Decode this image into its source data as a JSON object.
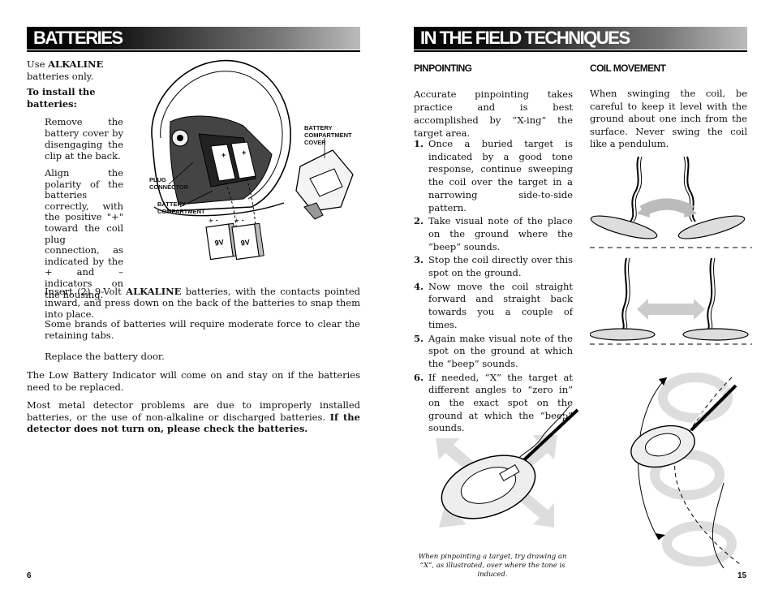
{
  "left": {
    "title": "BATTERIES",
    "intro_pre": "Use ",
    "intro_bold": "ALKALINE",
    "intro_post": "batteries only.",
    "install_heading": "To install the batteries:",
    "p_remove": "Remove the battery cover by disengaging the clip at the back.",
    "p_align": "Align the polarity of the batteries correctly, with the positive \"+\" toward the coil plug connection, as indicated by the + and – indicators on the housing.",
    "p_insert_pre": "Insert (2) 9-Volt ",
    "p_insert_bold": "ALKALINE",
    "p_insert_post": " batteries, with the contacts pointed inward, and press down on the back of the batteries to snap them into place.",
    "p_brands": "Some brands of batteries will require moderate force to clear the retaining tabs.",
    "p_replace": "Replace the battery door.",
    "p_low": "The Low Battery Indicator will come on and stay on if the batteries need to be replaced.",
    "p_most_pre": "Most metal detector problems are due to improperly installed batteries, or the use of non-alkaline or discharged batteries. ",
    "p_most_bold": "If the detector does not turn on, please check the batteries.",
    "label_cover": "BATTERY COMPARTMENT COVER",
    "label_plug": "PLUG CONNECTOR",
    "label_compartment": "BATTERY COMPARTMENT",
    "battery_label": "9V",
    "page_number": "6"
  },
  "right": {
    "title": "IN THE FIELD TECHNIQUES",
    "pin_heading": "PINPOINTING",
    "pin_intro": "Accurate pinpointing takes practice and is best accomplished by “X-ing” the target area.",
    "steps": [
      {
        "n": "1.",
        "text": "Once a buried target is indicated by a good tone response, continue sweeping the coil over the target in a narrowing side-to-side pattern."
      },
      {
        "n": "2.",
        "text": "Take visual note of the place on the ground where the “beep” sounds."
      },
      {
        "n": "3.",
        "text": "Stop the coil directly over this spot on the ground."
      },
      {
        "n": "4.",
        "text": "Now move the coil straight forward and straight back towards you a couple of times."
      },
      {
        "n": "5.",
        "text": "Again make visual note of the spot on the ground at which the “beep” sounds."
      },
      {
        "n": "6.",
        "text": "If needed, “X” the target at different angles to “zero in” on the exact spot on the ground at which the “beep” sounds."
      }
    ],
    "coil_heading": "COIL MOVEMENT",
    "coil_text": "When swinging the coil, be careful to keep it level with the ground about one inch from the surface. Never swing the coil like a pendulum.",
    "caption": "When pinpointing a target, try drawing an “X”, as illustrated, over where the tone is induced.",
    "page_number": "15"
  }
}
